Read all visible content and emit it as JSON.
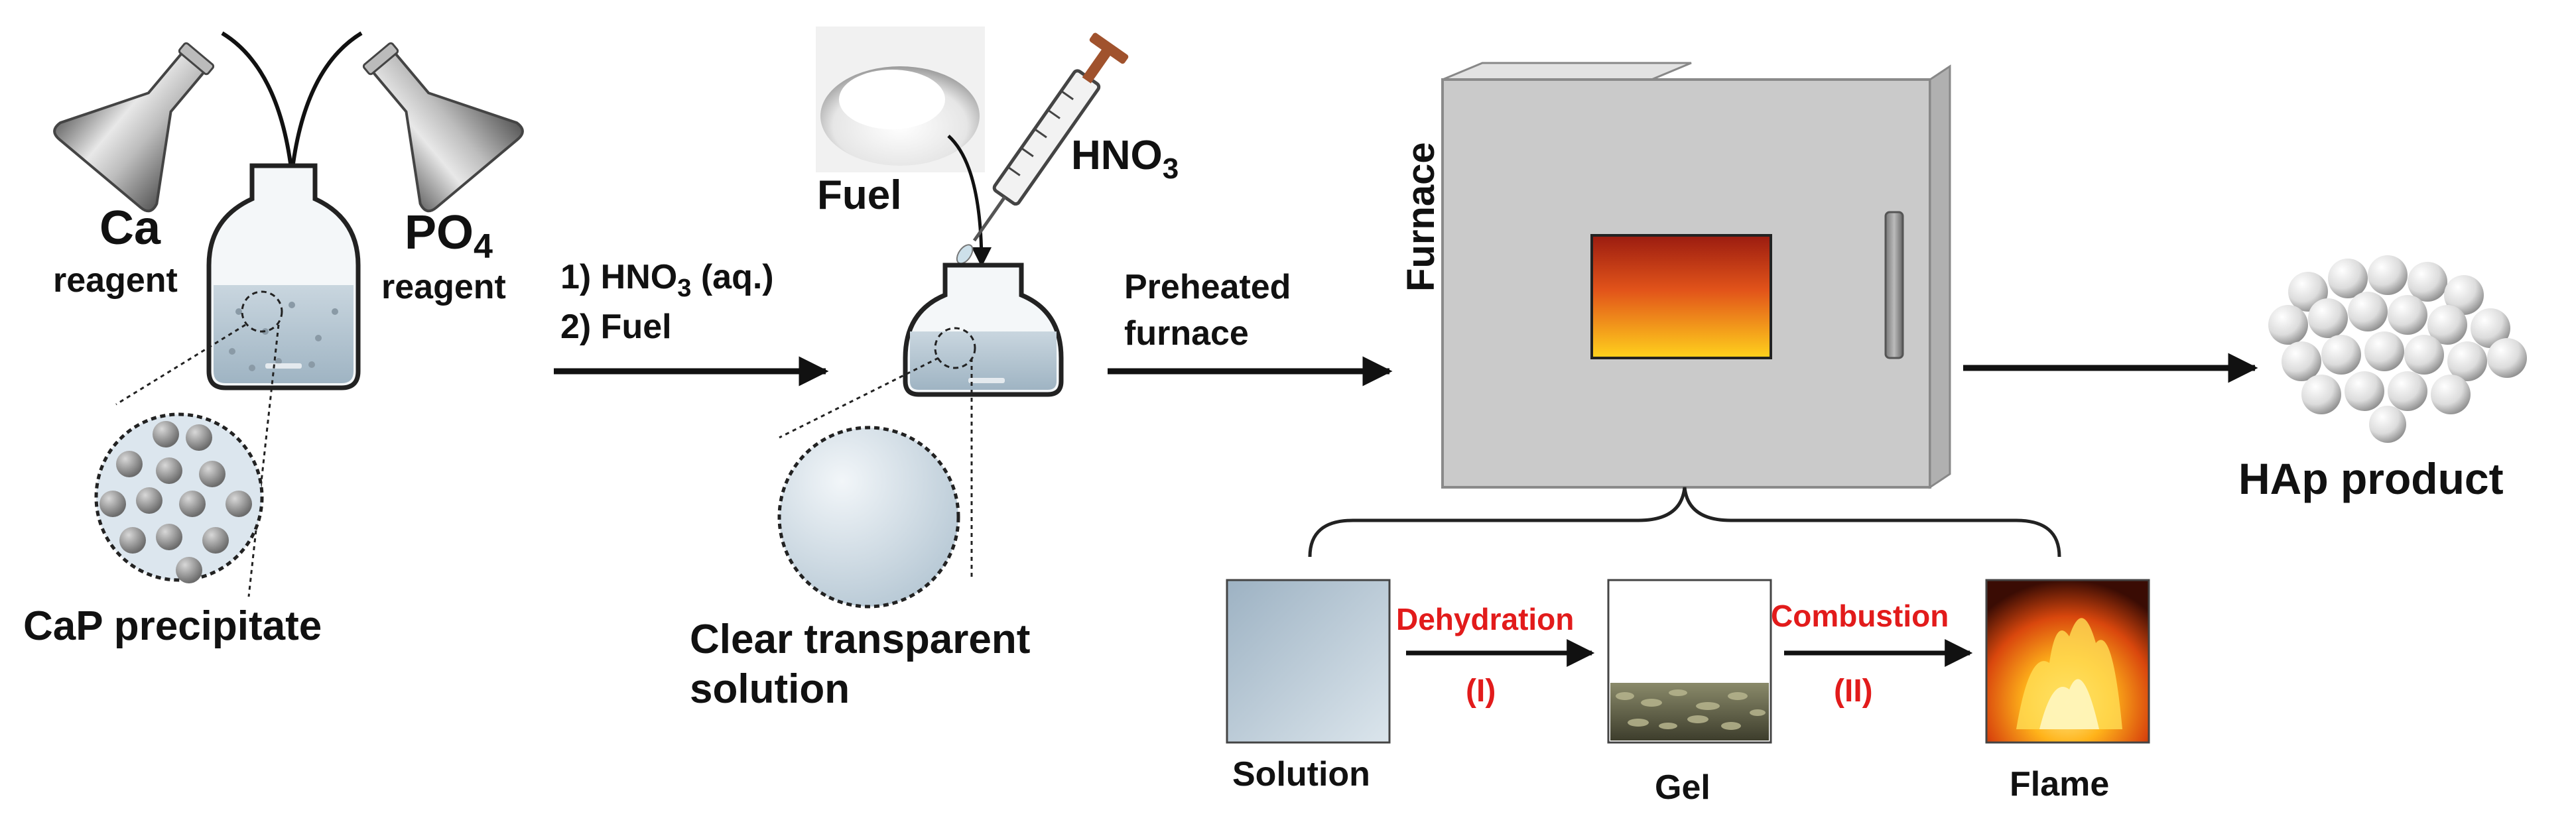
{
  "stage1": {
    "ca_label": "Ca",
    "ca_reagent": "reagent",
    "po4_label": "PO",
    "po4_sub": "4",
    "po4_reagent": "reagent",
    "precipitate_label": "CaP precipitate"
  },
  "step1": {
    "line1_prefix": "1) HNO",
    "line1_sub": "3",
    "line1_suffix": " (aq.)",
    "line2": "2) Fuel"
  },
  "stage2": {
    "fuel_label": "Fuel",
    "hno3_prefix": "HNO",
    "hno3_sub": "3",
    "solution_line1": "Clear transparent",
    "solution_line2": "solution"
  },
  "step2": {
    "line1": "Preheated",
    "line2": "furnace"
  },
  "furnace": {
    "label": "Furnace"
  },
  "product": {
    "label": "HAp product"
  },
  "mechanism": {
    "solution_label": "Solution",
    "gel_label": "Gel",
    "flame_label": "Flame",
    "step_i_name": "Dehydration",
    "step_i_num": "(I)",
    "step_ii_name": "Combustion",
    "step_ii_num": "(II)"
  },
  "colors": {
    "accent_red": "#e21b1b",
    "furnace_body": "#c9c9c9",
    "solution_blue": "#b7cbd9"
  }
}
